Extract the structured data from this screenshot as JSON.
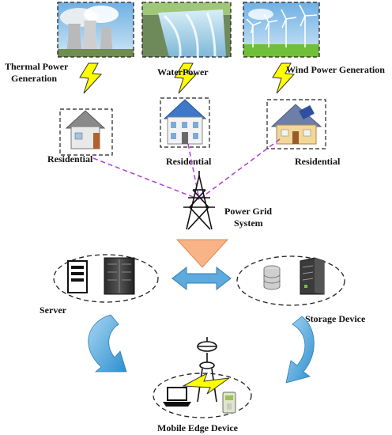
{
  "labels": {
    "thermal_line1": "Thermal Power",
    "thermal_line2": "Generation",
    "water": "WaterPower",
    "wind": "Wind Power Generation",
    "residential_1": "Residential",
    "residential_2": "Residential",
    "residential_3": "Residential",
    "grid_line1": "Power Grid",
    "grid_line2": "System",
    "server": "Server",
    "storage": "Storage Device",
    "mobile_edge": "Mobile Edge Device"
  },
  "colors": {
    "lightning": "#ffff00",
    "dashed_link": "#b23bd6",
    "funnel": "#f8b487",
    "double_arrow": "#5ea9dd",
    "curved_arrow": "#4fa7d9",
    "sky": "#8fc3ea"
  }
}
